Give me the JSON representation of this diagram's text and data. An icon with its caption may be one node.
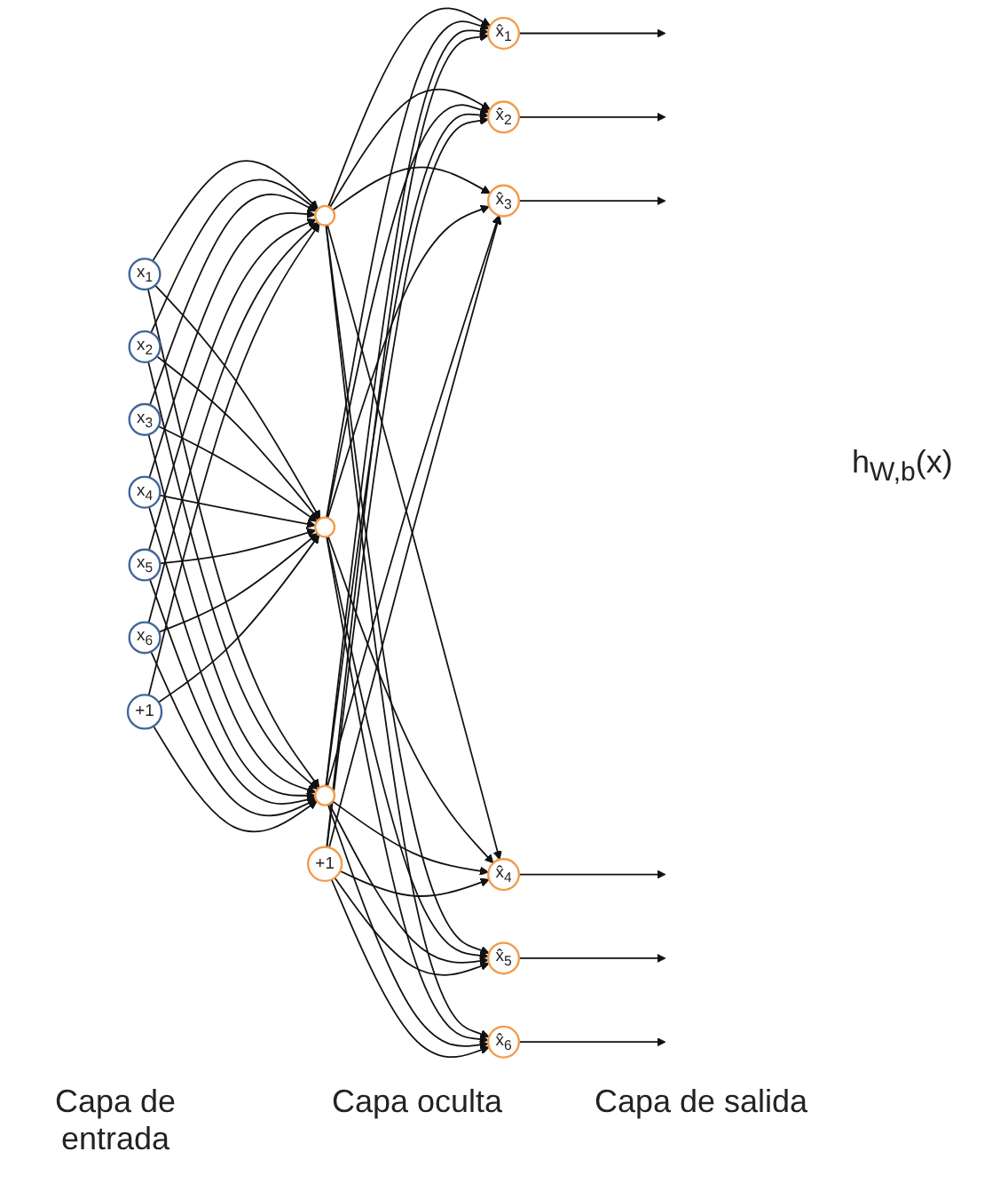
{
  "diagram": {
    "nodes": [
      {
        "text": [
          "x$_{1}$"
        ]
      },
      {
        "text": [
          "x$_{2}$"
        ]
      },
      {
        "text": [
          "x$_{3}$"
        ]
      },
      {
        "text": [
          "x$_{4}$"
        ]
      },
      {
        "text": [
          "x$_{5}$"
        ]
      },
      {
        "text": [
          "x$_{6}$"
        ]
      },
      {
        "text": [
          "+1"
        ]
      },
      {
        "text": [],
        "shape": "circle"
      },
      {
        "text": [],
        "shape": "circle"
      },
      {
        "text": [],
        "shape": "circle"
      },
      {
        "text": [
          "+1"
        ]
      },
      {
        "text": [
          "x̂$_{1}$"
        ]
      },
      {
        "text": [
          "x̂$_{2}$"
        ]
      },
      {
        "text": [
          "x̂$_{3}$"
        ]
      },
      {
        "text": [
          "x̂$_{4}$"
        ]
      },
      {
        "text": [
          "x̂$_{5}$"
        ]
      },
      {
        "text": [
          "x̂$_{6}$"
        ]
      }
    ],
    "edges": [
      {
        "from": 0,
        "to": 7,
        "arrow": "to"
      },
      {
        "from": 0,
        "to": 8,
        "arrow": "to"
      },
      {
        "from": 0,
        "to": 9,
        "arrow": "to"
      },
      {
        "from": 1,
        "to": 7,
        "arrow": "to"
      },
      {
        "from": 1,
        "to": 8,
        "arrow": "to"
      },
      {
        "from": 1,
        "to": 9,
        "arrow": "to"
      },
      {
        "from": 2,
        "to": 7,
        "arrow": "to"
      },
      {
        "from": 2,
        "to": 8,
        "arrow": "to"
      },
      {
        "from": 2,
        "to": 9,
        "arrow": "to"
      },
      {
        "from": 3,
        "to": 7,
        "arrow": "to"
      },
      {
        "from": 3,
        "to": 8,
        "arrow": "to"
      },
      {
        "from": 3,
        "to": 9,
        "arrow": "to"
      },
      {
        "from": 4,
        "to": 7,
        "arrow": "to"
      },
      {
        "from": 4,
        "to": 8,
        "arrow": "to"
      },
      {
        "from": 4,
        "to": 9,
        "arrow": "to"
      },
      {
        "from": 5,
        "to": 7,
        "arrow": "to"
      },
      {
        "from": 5,
        "to": 8,
        "arrow": "to"
      },
      {
        "from": 5,
        "to": 9,
        "arrow": "to"
      },
      {
        "from": 6,
        "to": 7,
        "arrow": "to"
      },
      {
        "from": 6,
        "to": 8,
        "arrow": "to"
      },
      {
        "from": 6,
        "to": 9,
        "arrow": "to"
      },
      {
        "from": 7,
        "to": 11,
        "arrow": "to"
      },
      {
        "from": 7,
        "to": 12,
        "arrow": "to"
      },
      {
        "from": 7,
        "to": 13,
        "arrow": "to"
      },
      {
        "from": 7,
        "to": 14,
        "arrow": "to"
      },
      {
        "from": 7,
        "to": 15,
        "arrow": "to"
      },
      {
        "from": 7,
        "to": 16,
        "arrow": "to"
      },
      {
        "from": 8,
        "to": 11,
        "arrow": "to"
      },
      {
        "from": 8,
        "to": 12,
        "arrow": "to"
      },
      {
        "from": 8,
        "to": 13,
        "arrow": "to"
      },
      {
        "from": 8,
        "to": 14,
        "arrow": "to"
      },
      {
        "from": 8,
        "to": 15,
        "arrow": "to"
      },
      {
        "from": 8,
        "to": 16,
        "arrow": "to"
      },
      {
        "from": 9,
        "to": 11,
        "arrow": "to"
      },
      {
        "from": 9,
        "to": 12,
        "arrow": "to"
      },
      {
        "from": 9,
        "to": 13,
        "arrow": "to"
      },
      {
        "from": 9,
        "to": 14,
        "arrow": "to"
      },
      {
        "from": 9,
        "to": 15,
        "arrow": "to"
      },
      {
        "from": 9,
        "to": 16,
        "arrow": "to"
      },
      {
        "from": 10,
        "to": 11,
        "arrow": "to"
      },
      {
        "from": 10,
        "to": 12,
        "arrow": "to"
      },
      {
        "from": 10,
        "to": 13,
        "arrow": "to"
      },
      {
        "from": 10,
        "to": 14,
        "arrow": "to"
      },
      {
        "from": 10,
        "to": 15,
        "arrow": "to"
      },
      {
        "from": 10,
        "to": 16,
        "arrow": "to"
      },
      {
        "from": 11,
        "to": null,
        "arrow": "to"
      },
      {
        "from": 12,
        "to": null,
        "arrow": "to"
      },
      {
        "from": 13,
        "to": null,
        "arrow": "to"
      },
      {
        "from": 14,
        "to": null,
        "arrow": "to"
      },
      {
        "from": 15,
        "to": null,
        "arrow": "to"
      },
      {
        "from": 16,
        "to": null,
        "arrow": "to"
      }
    ],
    "labels": [
      "h$_{W,b}$(x)",
      "Capa de entrada",
      "Capa oculta",
      "Capa de salida"
    ]
  }
}
